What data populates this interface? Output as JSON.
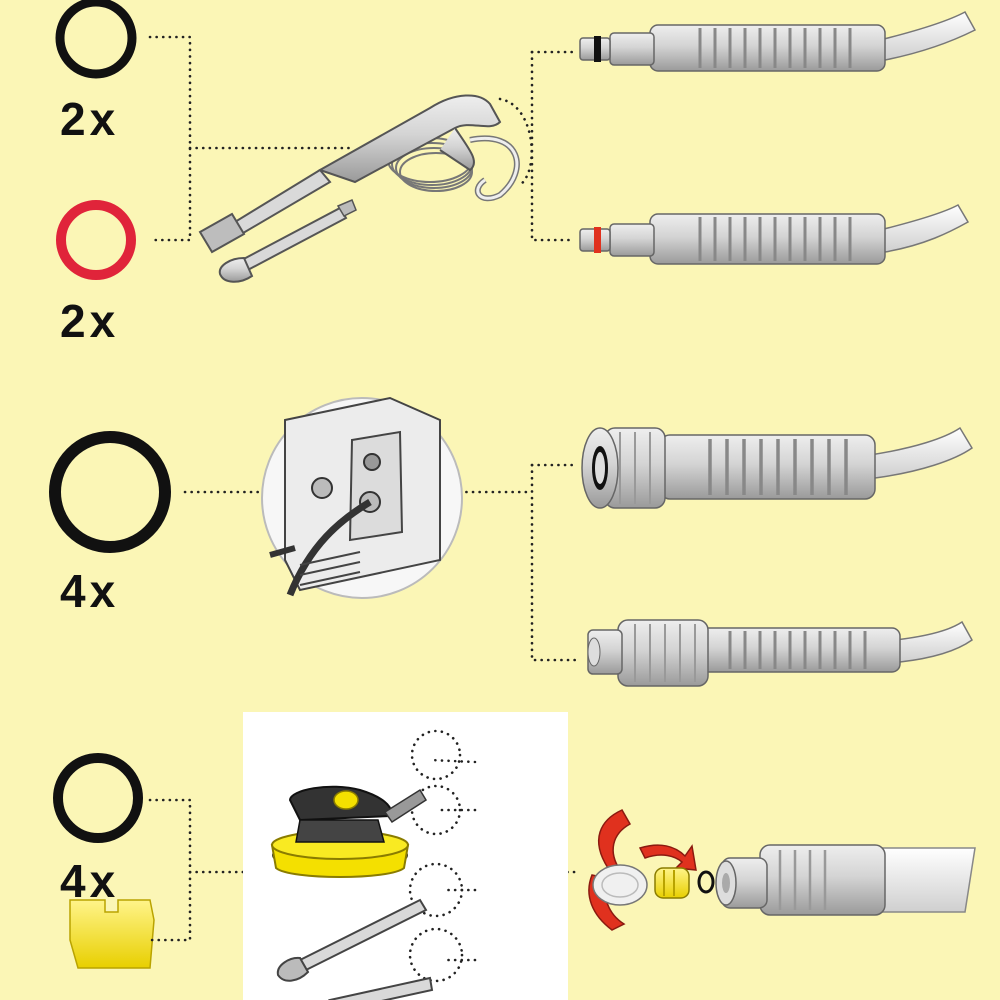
{
  "colors": {
    "background": "#fbf6b6",
    "oring_black": "#111111",
    "oring_red": "#e0243a",
    "adapter_yellow": "#f2e21f",
    "fitting_grey": "#c9c9c9",
    "hose_white": "#f3f3f3",
    "arrow_red": "#e0311e"
  },
  "sections": [
    {
      "id": "gun",
      "parts": [
        {
          "part": "black-o-ring",
          "quantity": "2x"
        },
        {
          "part": "red-o-ring",
          "quantity": "2x"
        }
      ],
      "icons": [
        "spray-gun-icon",
        "spray-lance-icon",
        "hose-fitting-icon"
      ]
    },
    {
      "id": "machine",
      "parts": [
        {
          "part": "black-o-ring",
          "quantity": "4x"
        }
      ],
      "icons": [
        "machine-outlet-icon",
        "hose-fitting-icon"
      ]
    },
    {
      "id": "accessories",
      "parts": [
        {
          "part": "black-o-ring",
          "quantity": "4x"
        },
        {
          "part": "yellow-adapter"
        }
      ],
      "icons": [
        "surface-cleaner-icon",
        "spray-lance-icon",
        "nozzle-disassembly-icon"
      ]
    }
  ]
}
